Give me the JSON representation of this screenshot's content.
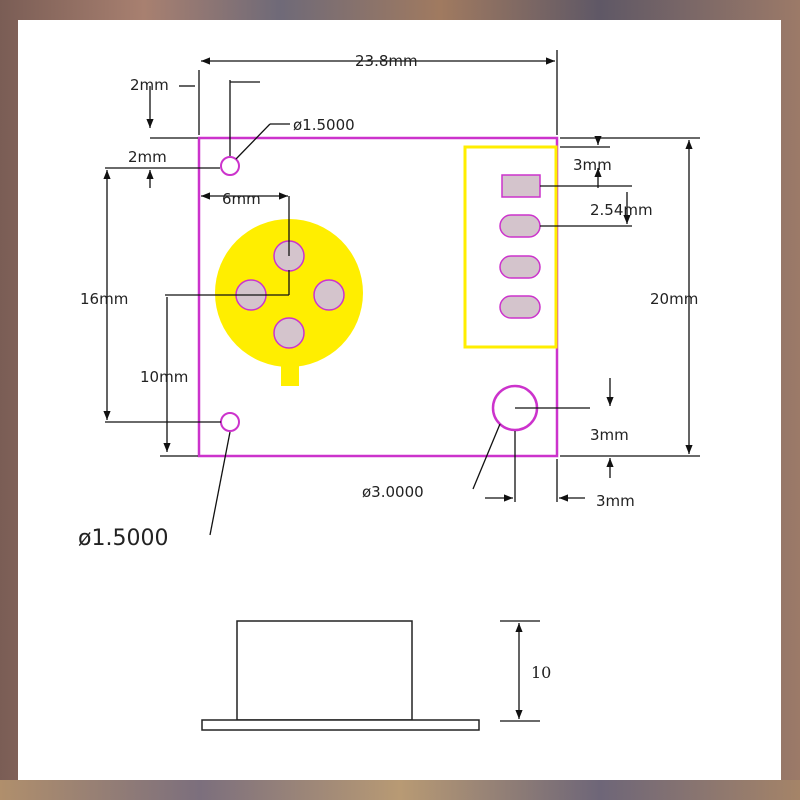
{
  "colors": {
    "board_outline": "#cc33cc",
    "silkscreen_yellow": "#ffee00",
    "pad_fill": "#d4c4cc",
    "dimension_line": "#111111",
    "sheet": "#ffffff"
  },
  "top_view": {
    "width_label": "23.8mm",
    "height_label": "20mm",
    "top_margin_label": "2mm",
    "hole_offset_label": "2mm",
    "hole_spacing_x_label": "6mm",
    "left_span_label": "16mm",
    "lower_span_label": "10mm",
    "small_hole_top_label": "ø1.5000",
    "small_hole_bottom_label": "ø1.5000",
    "large_hole_label": "ø3.0000",
    "pin_top_offset_label": "3mm",
    "pin_pitch_label": "2.54mm",
    "large_hole_bottom_label": "3mm",
    "large_hole_right_label": "3mm"
  },
  "side_view": {
    "height_label": "10"
  }
}
